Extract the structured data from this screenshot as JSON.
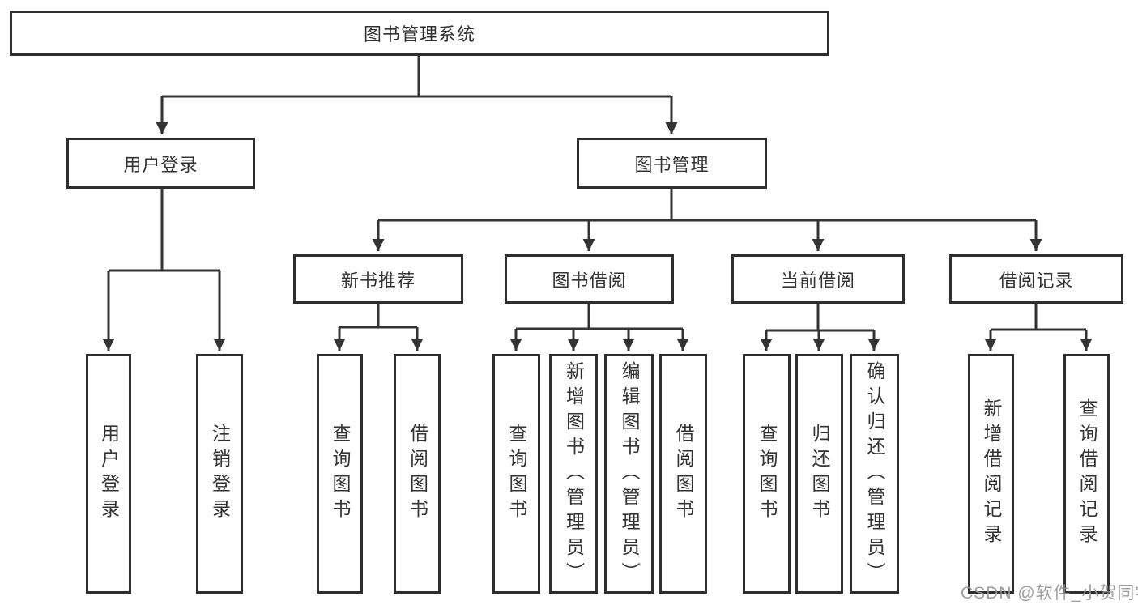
{
  "diagram": {
    "root": {
      "label": "图书管理系统"
    },
    "branches": [
      {
        "label": "用户登录",
        "children": [
          "用户登录",
          "注销登录"
        ]
      },
      {
        "label": "图书管理",
        "groups": [
          {
            "label": "新书推荐",
            "children": [
              "查询图书",
              "借阅图书"
            ]
          },
          {
            "label": "图书借阅",
            "children": [
              "查询图书",
              "新增图书（管理员）",
              "编辑图书（管理员）",
              "借阅图书"
            ]
          },
          {
            "label": "当前借阅",
            "children": [
              "查询图书",
              "归还图书",
              "确认归还（管理员）"
            ]
          },
          {
            "label": "借阅记录",
            "children": [
              "新增借阅记录",
              "查询借阅记录"
            ]
          }
        ]
      }
    ]
  },
  "watermark": {
    "text": "CSDN @软件_小贺同学"
  },
  "colors": {
    "line": "#333333",
    "box_border": "#2e2e2e",
    "box_background": "#ffffff",
    "text": "#333333",
    "watermark_gray": "#949494",
    "page_background": "#ffffff"
  }
}
